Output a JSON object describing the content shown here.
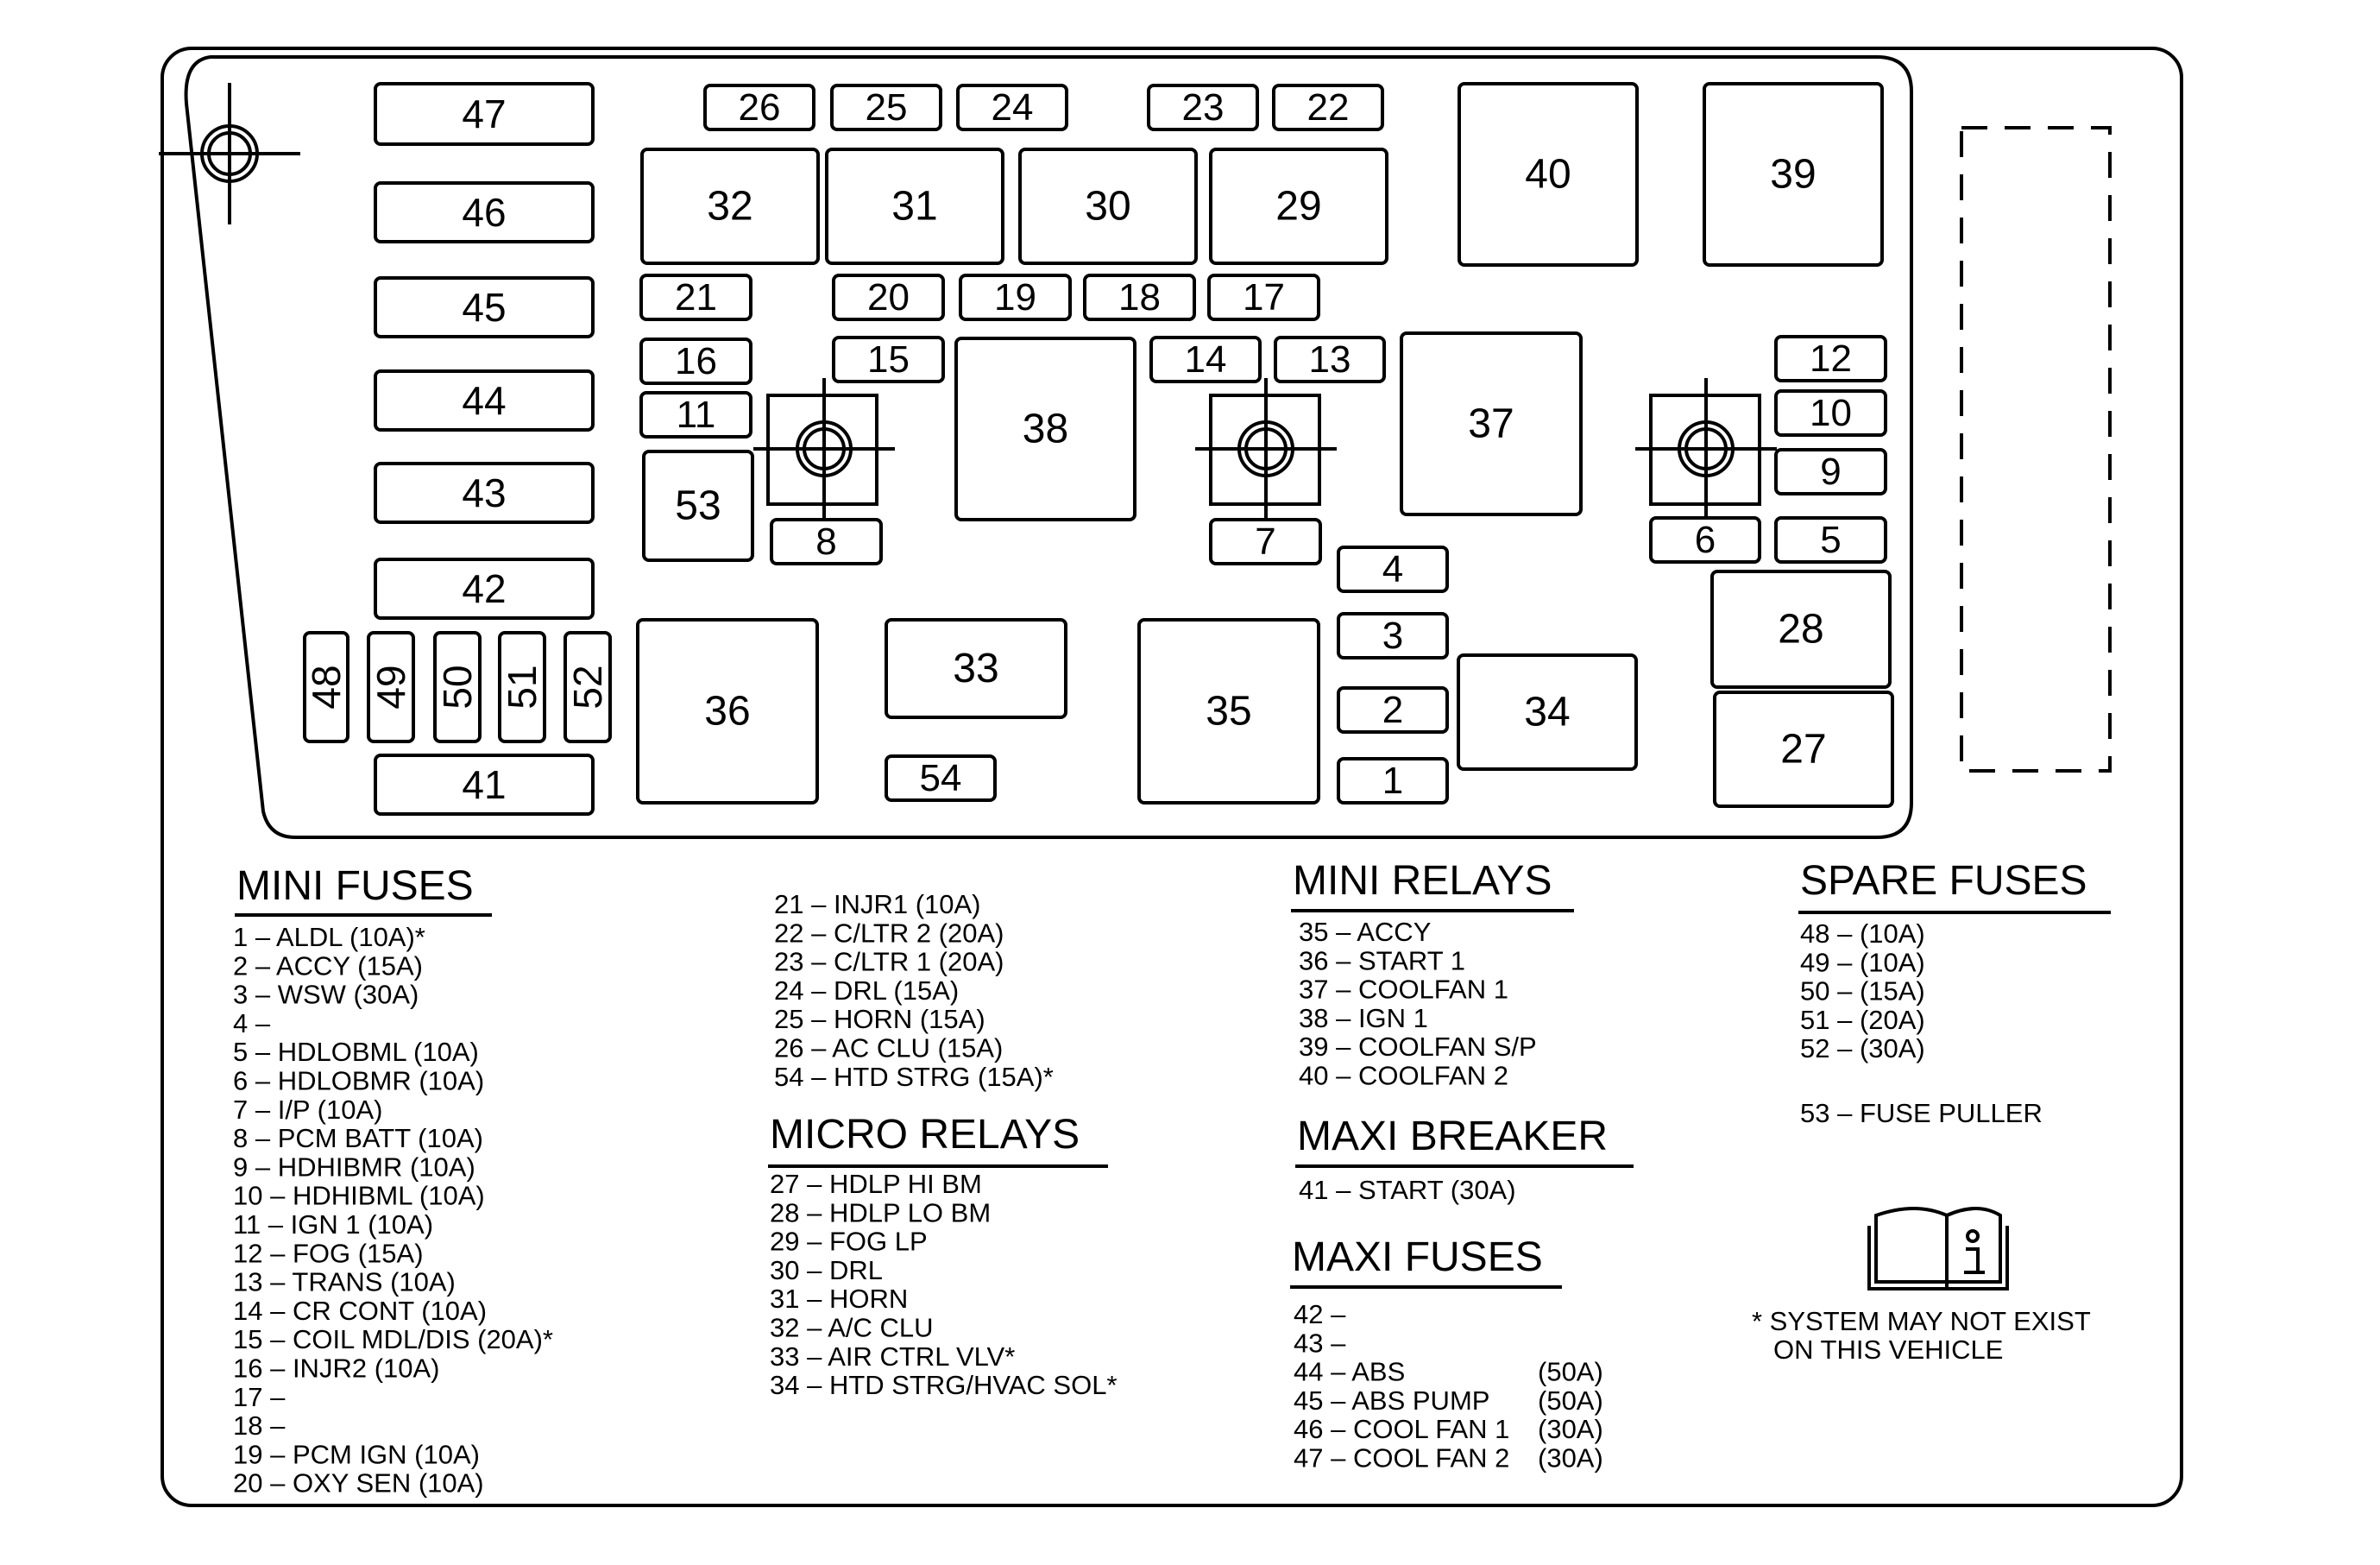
{
  "slots": {
    "1": "1",
    "2": "2",
    "3": "3",
    "4": "4",
    "5": "5",
    "6": "6",
    "7": "7",
    "8": "8",
    "9": "9",
    "10": "10",
    "11": "11",
    "12": "12",
    "13": "13",
    "14": "14",
    "15": "15",
    "16": "16",
    "17": "17",
    "18": "18",
    "19": "19",
    "20": "20",
    "21": "21",
    "22": "22",
    "23": "23",
    "24": "24",
    "25": "25",
    "26": "26",
    "27": "27",
    "28": "28",
    "29": "29",
    "30": "30",
    "31": "31",
    "32": "32",
    "33": "33",
    "34": "34",
    "35": "35",
    "36": "36",
    "37": "37",
    "38": "38",
    "39": "39",
    "40": "40",
    "41": "41",
    "42": "42",
    "43": "43",
    "44": "44",
    "45": "45",
    "46": "46",
    "47": "47",
    "48": "48",
    "49": "49",
    "50": "50",
    "51": "51",
    "52": "52",
    "53": "53",
    "54": "54"
  },
  "legend": {
    "mini_fuses": {
      "title": "MINI FUSES",
      "items": [
        "1 – ALDL (10A)*",
        "2 – ACCY (15A)",
        "3 – WSW (30A)",
        "4 –",
        "5 – HDLOBML (10A)",
        "6 – HDLOBMR (10A)",
        "7 – I/P (10A)",
        "8 – PCM BATT (10A)",
        "9 – HDHIBMR (10A)",
        "10 – HDHIBML (10A)",
        "11 – IGN 1 (10A)",
        "12 – FOG (15A)",
        "13 – TRANS (10A)",
        "14 – CR CONT (10A)",
        "15 – COIL MDL/DIS (20A)*",
        "16 – INJR2 (10A)",
        "17 –",
        "18 –",
        "19 – PCM IGN (10A)",
        "20 – OXY SEN (10A)"
      ],
      "items_cont": [
        "21 – INJR1 (10A)",
        "22 – C/LTR 2 (20A)",
        "23 – C/LTR 1 (20A)",
        "24 – DRL (15A)",
        "25 – HORN (15A)",
        "26 – AC CLU (15A)",
        "54 – HTD STRG (15A)*"
      ]
    },
    "micro_relays": {
      "title": "MICRO RELAYS",
      "items": [
        "27 – HDLP HI BM",
        "28 – HDLP LO BM",
        "29 – FOG LP",
        "30 – DRL",
        "31 – HORN",
        "32 – A/C CLU",
        "33 – AIR CTRL VLV*",
        "34 – HTD STRG/HVAC SOL*"
      ]
    },
    "mini_relays": {
      "title": "MINI RELAYS",
      "items": [
        "35 – ACCY",
        "36 – START 1",
        "37 – COOLFAN 1",
        "38 – IGN 1",
        "39 – COOLFAN S/P",
        "40 – COOLFAN 2"
      ]
    },
    "maxi_breaker": {
      "title": "MAXI BREAKER",
      "items": [
        "41 – START (30A)"
      ]
    },
    "maxi_fuses": {
      "title": "MAXI FUSES",
      "items": [
        {
          "label": "42 –",
          "amps": ""
        },
        {
          "label": "43 –",
          "amps": ""
        },
        {
          "label": "44 – ABS",
          "amps": "(50A)"
        },
        {
          "label": "45 – ABS PUMP",
          "amps": "(50A)"
        },
        {
          "label": "46 – COOL FAN 1",
          "amps": "(30A)"
        },
        {
          "label": "47 – COOL FAN 2",
          "amps": "(30A)"
        }
      ]
    },
    "spare_fuses": {
      "title": "SPARE FUSES",
      "items": [
        "48 – (10A)",
        "49 – (10A)",
        "50 – (15A)",
        "51 – (20A)",
        "52 – (30A)"
      ],
      "puller": "53 – FUSE PULLER"
    },
    "note": [
      "* SYSTEM MAY NOT EXIST",
      "ON THIS VEHICLE"
    ]
  },
  "icons": [
    "mount-bolt-icon",
    "owners-manual-icon"
  ]
}
